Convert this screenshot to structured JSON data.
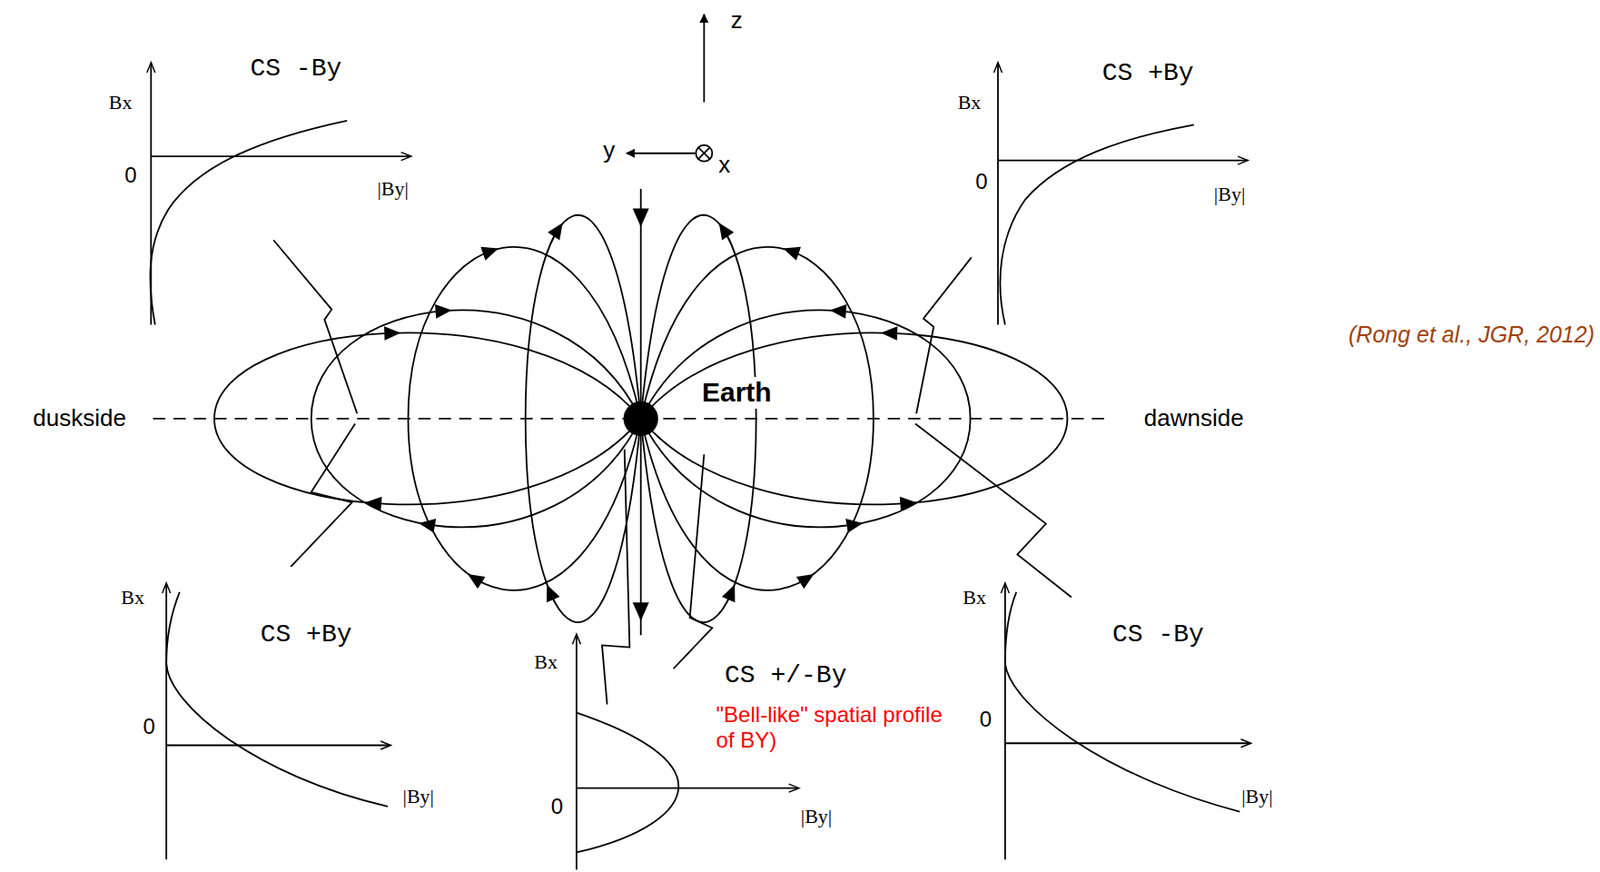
{
  "diagram": {
    "labels": [
      "z",
      "CS -By",
      "Bx",
      "0",
      "|By|",
      "y",
      "x",
      "CS +By",
      "Bx",
      "0",
      "|By|",
      "(Rong et al., JGR, 2012)",
      "duskside",
      "Earth",
      "dawnside",
      "Bx",
      "CS +By",
      "0",
      "|By|",
      "Bx",
      "CS +/-By",
      "\"Bell-like\" spatial profile of BY)",
      "0",
      "|By|",
      "Bx",
      "CS -By",
      "0",
      "|By|"
    ]
  }
}
